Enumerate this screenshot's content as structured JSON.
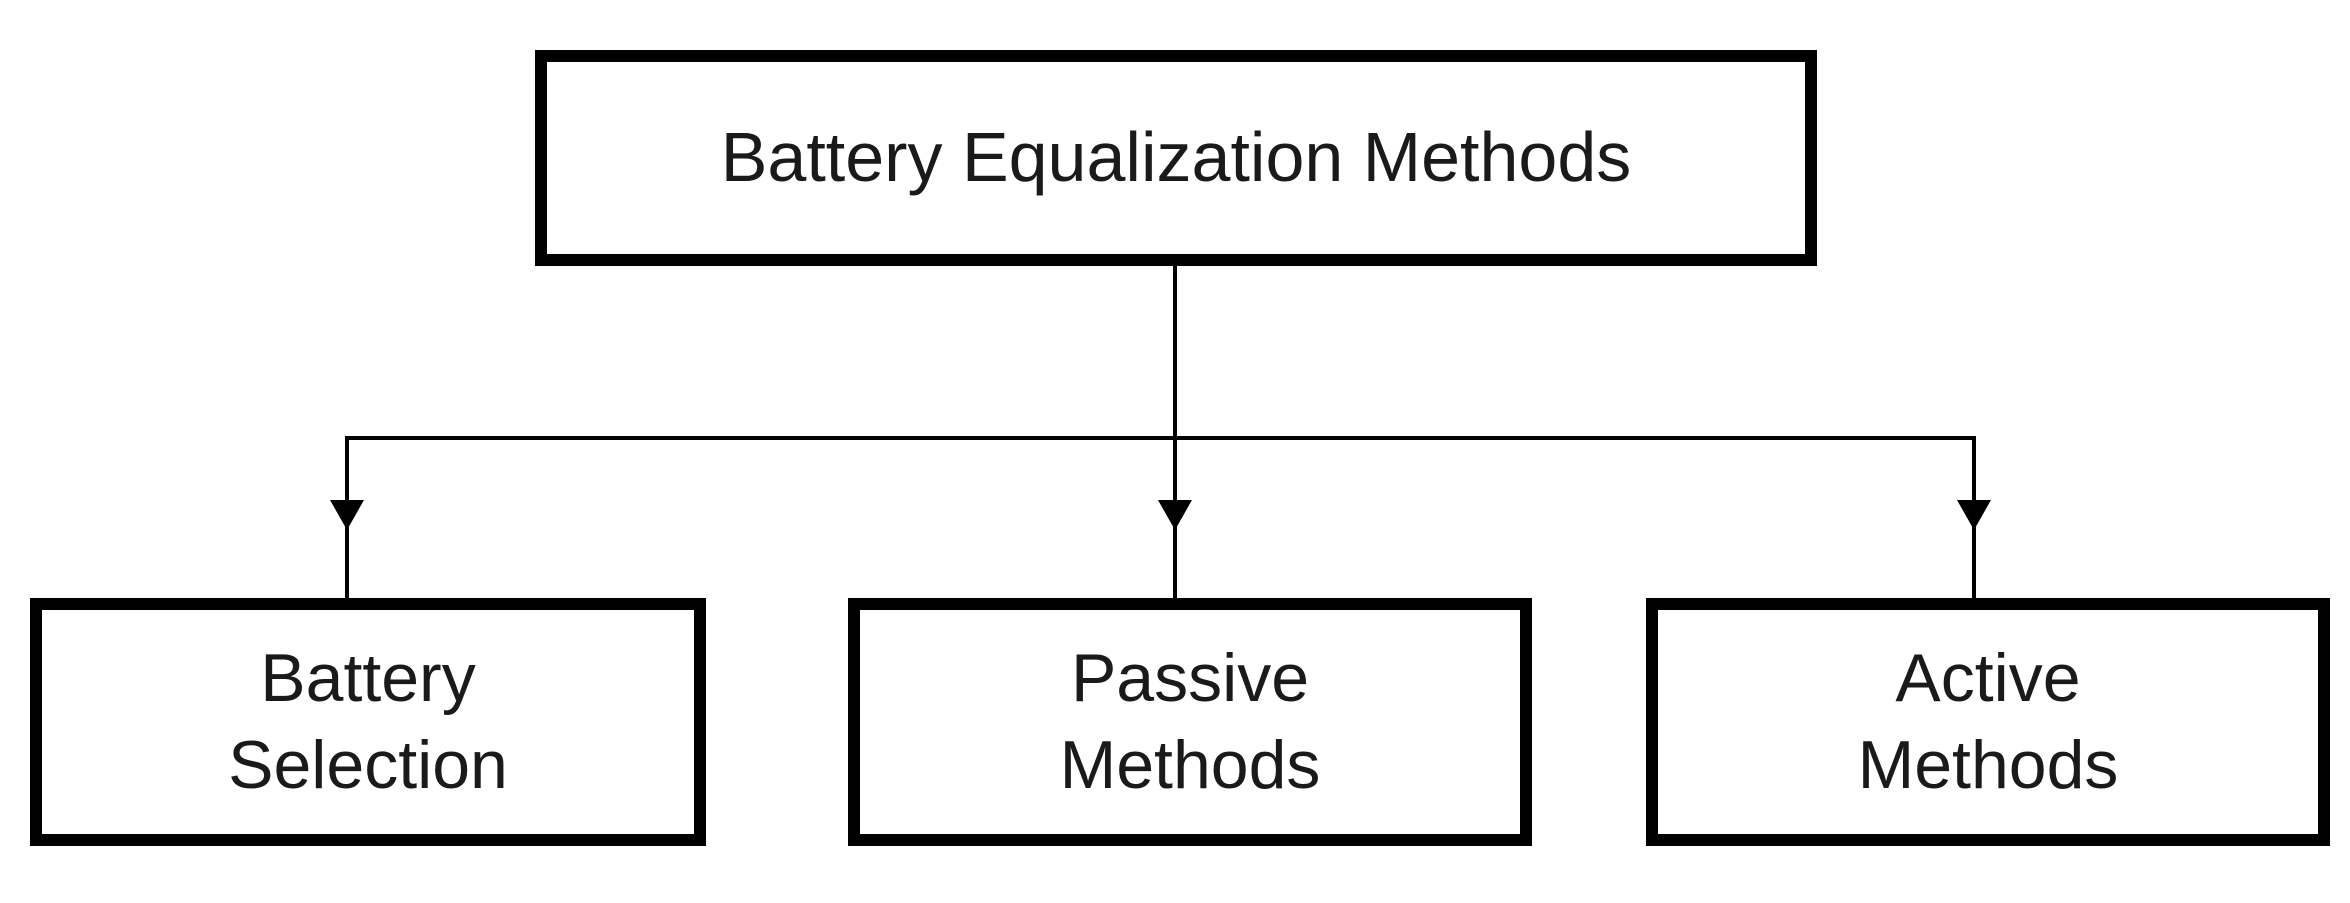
{
  "diagram": {
    "type": "flowchart-hierarchy",
    "root": {
      "label": "Battery Equalization Methods"
    },
    "children": [
      {
        "label": "Battery\nSelection"
      },
      {
        "label": "Passive\nMethods"
      },
      {
        "label": "Active\nMethods"
      }
    ],
    "colors": {
      "line": "#000000",
      "border": "#000000",
      "text": "#1a1a1a",
      "background": "#ffffff"
    }
  }
}
